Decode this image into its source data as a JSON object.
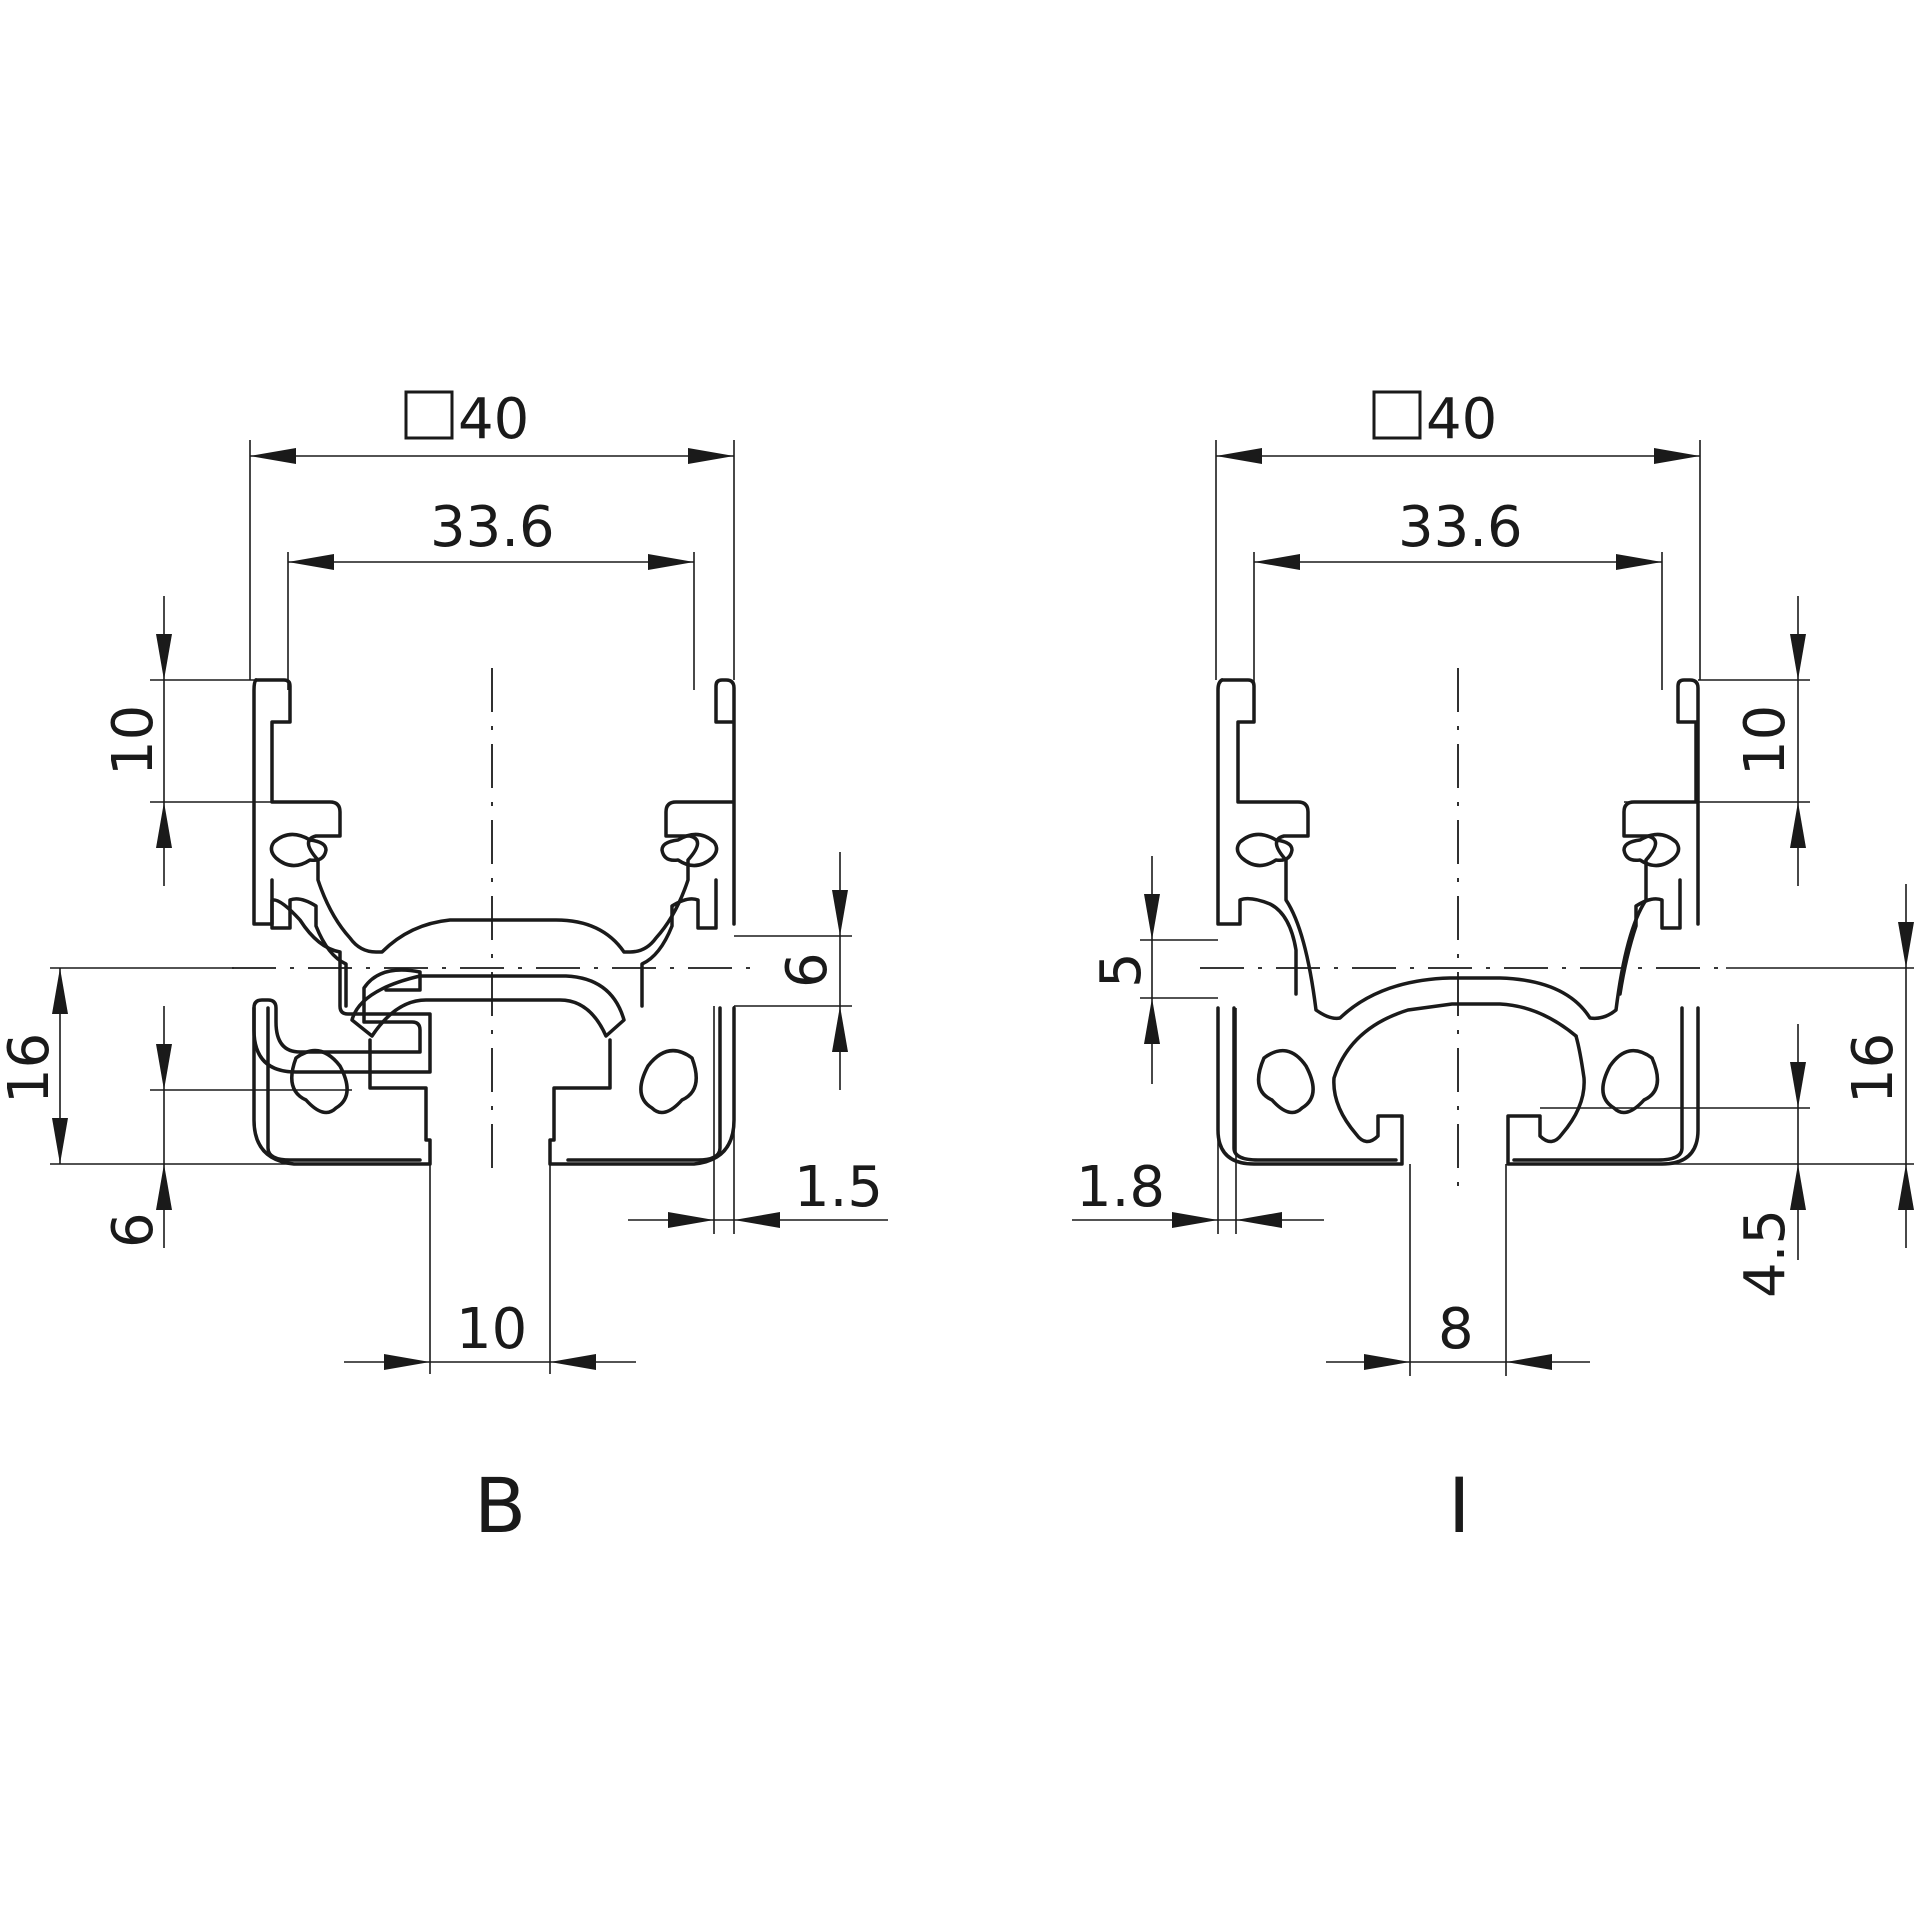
{
  "profile_b": {
    "caption": "B",
    "dims": {
      "overall": "40",
      "inner_width": "33.6",
      "top_slot": "10",
      "height_16": "16",
      "bottom_6": "6",
      "side_6": "6",
      "wall": "1.5",
      "slot_opening": "10"
    }
  },
  "profile_i": {
    "caption": "I",
    "dims": {
      "overall": "40",
      "inner_width": "33.6",
      "top_slot": "10",
      "side_5": "5",
      "height_16": "16",
      "bottom_4_5": "4.5",
      "wall": "1.8",
      "slot_opening": "8"
    }
  }
}
